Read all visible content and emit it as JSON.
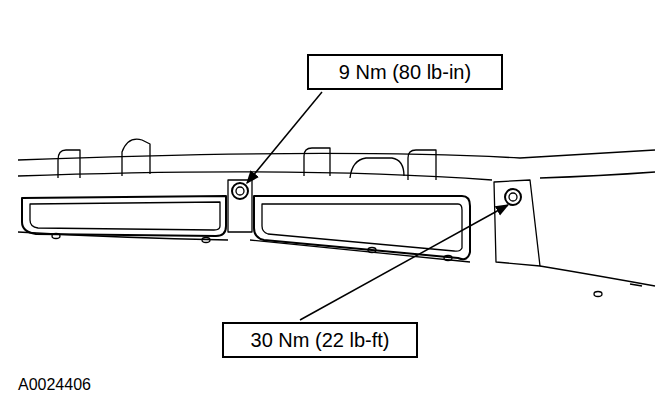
{
  "diagram": {
    "nodes": [
      {
        "text": [
          "9 Nm (80 lb-in)"
        ]
      },
      {
        "text": [
          "30 Nm (22 lb-ft)"
        ]
      }
    ],
    "labels": [
      "A0024406"
    ]
  }
}
